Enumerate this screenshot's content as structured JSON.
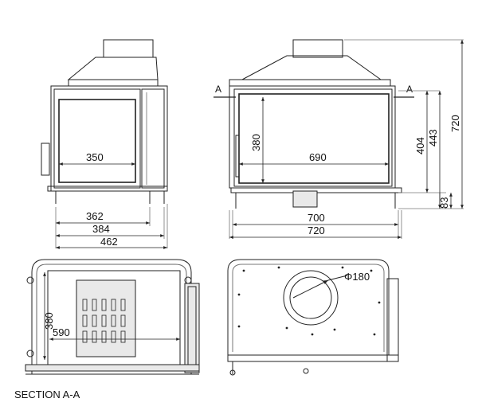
{
  "colors": {
    "line": "#222222",
    "thin": "#555555",
    "fill": "#e9e9e9",
    "background": "#ffffff"
  },
  "side_view": {
    "glass_width": "350",
    "width_inner": "362",
    "width_mid": "384",
    "width_total": "462"
  },
  "front_view": {
    "glass_height": "380",
    "glass_width": "690",
    "width_body": "700",
    "width_total": "720",
    "height_opening": "404",
    "height_body": "443",
    "height_total": "720",
    "height_base": "83",
    "section_marker_left": "A",
    "section_marker_right": "A"
  },
  "section_view": {
    "height": "380",
    "width": "590",
    "caption": "SECTION A-A"
  },
  "top_view": {
    "flue_diameter": "Φ180"
  }
}
